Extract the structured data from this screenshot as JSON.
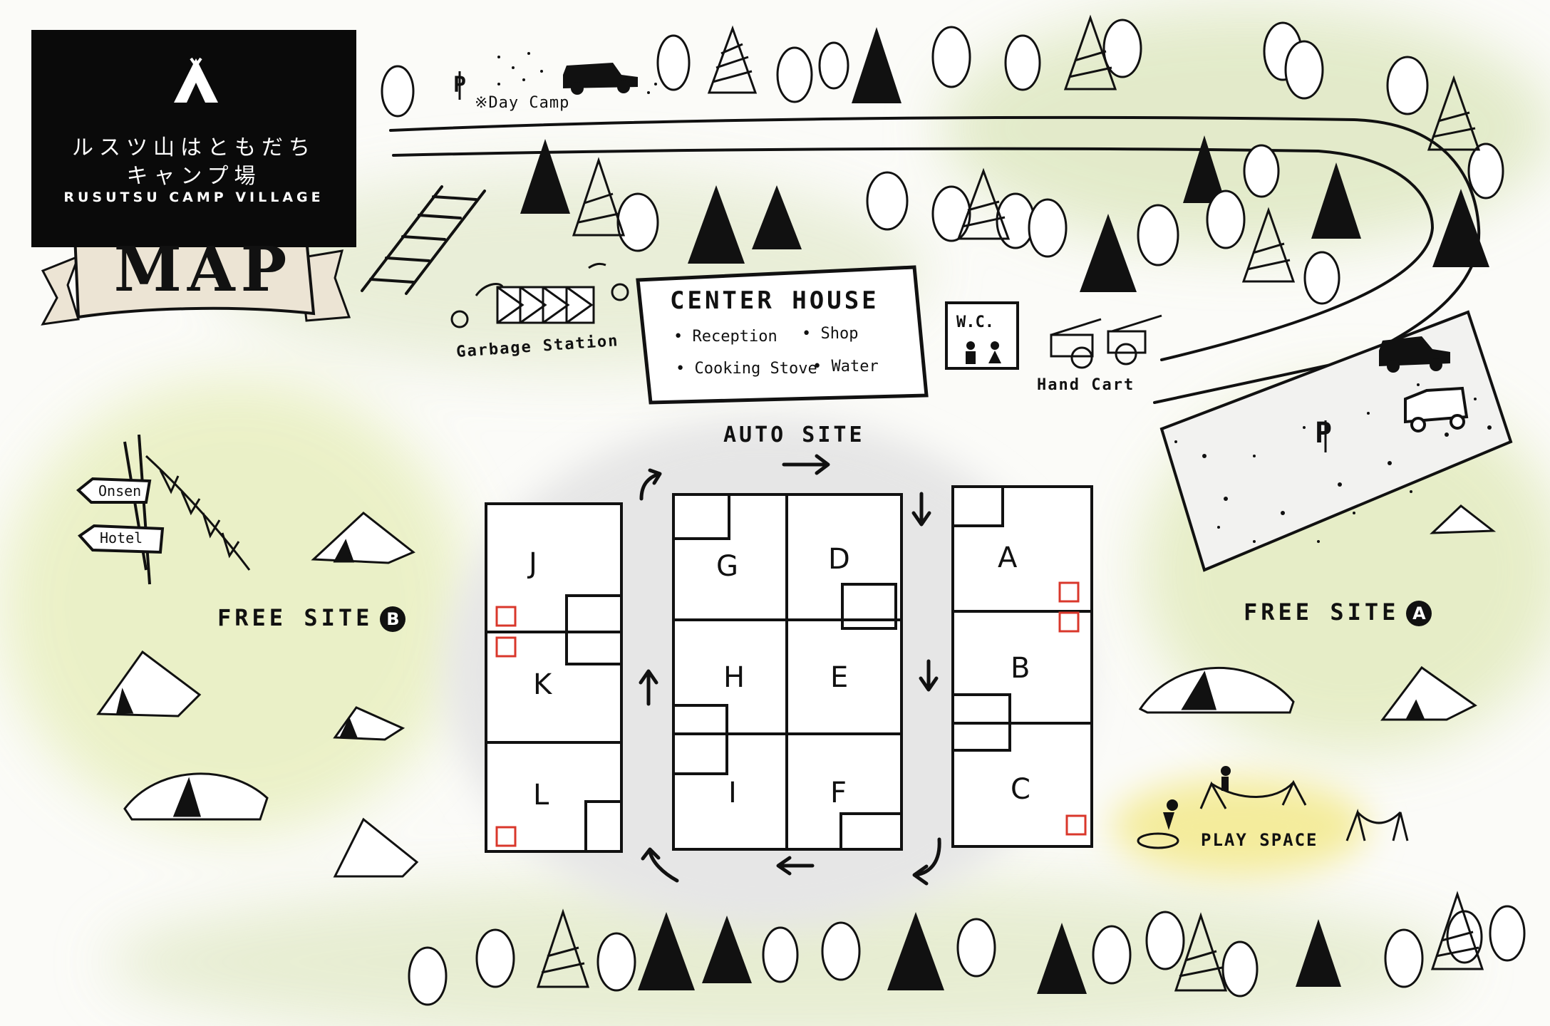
{
  "header": {
    "logo_jp_line1": "ルスツ山はともだち",
    "logo_jp_line2": "キャンプ場",
    "logo_en": "RUSUTSU CAMP VILLAGE",
    "banner": "MAP"
  },
  "road": {
    "day_camp_parking": "P",
    "day_camp_label": "※Day Camp"
  },
  "facilities": {
    "garbage_station": "Garbage Station",
    "center_house": {
      "title": "CENTER HOUSE",
      "items": [
        "Reception",
        "Shop",
        "Cooking Stove",
        "Water"
      ]
    },
    "wc": "W.C.",
    "hand_cart": "Hand Cart",
    "parking": "P",
    "auto_site": "AUTO SITE"
  },
  "sites": {
    "left": [
      "J",
      "K",
      "L"
    ],
    "center_left": [
      "G",
      "H",
      "I"
    ],
    "center_right": [
      "D",
      "E",
      "F"
    ],
    "right": [
      "A",
      "B",
      "C"
    ]
  },
  "free_sites": {
    "b_label": "FREE SITE",
    "b_badge": "B",
    "a_label": "FREE SITE",
    "a_badge": "A"
  },
  "signpost": {
    "onsen": "Onsen",
    "hotel": "Hotel"
  },
  "play_space": "PLAY SPACE",
  "colors": {
    "ink": "#111111",
    "meadow_green": "#dfe8c2",
    "meadow_yellow": "#ecf0b8",
    "play_yellow": "#f4ec9c",
    "gray_wash": "#e6e6e6",
    "marker_red": "#d9372b",
    "banner_cream": "#ece4d4"
  },
  "icons": [
    "tree-icon",
    "pine-tree-icon",
    "tent-icon",
    "car-icon",
    "van-icon",
    "hand-cart-icon",
    "toilet-icon",
    "signpost-icon",
    "bunting-icon",
    "hammock-icon",
    "trampoline-icon",
    "ladder-icon"
  ]
}
